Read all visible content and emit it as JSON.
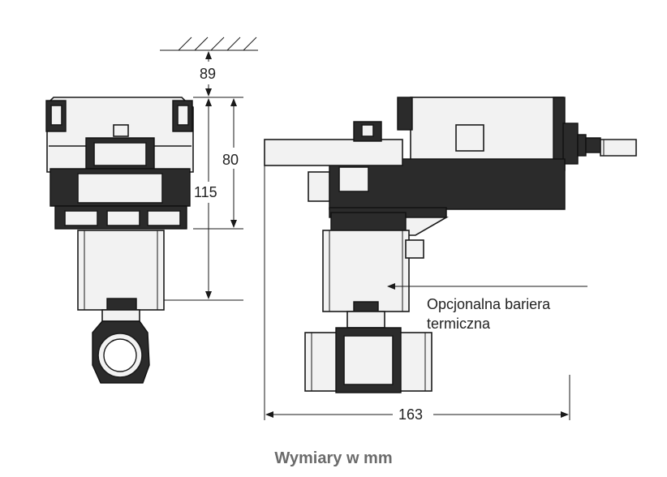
{
  "dimensions": {
    "clearance": "89",
    "actuator_height": "80",
    "total_height": "115",
    "total_width": "163"
  },
  "note": {
    "line1": "Opcjonalna bariera",
    "line2": "termiczna"
  },
  "caption": "Wymiary w mm",
  "colors": {
    "outline": "#1a1a1a",
    "dark_fill": "#2b2b2b",
    "caption": "#6b6b6b"
  }
}
